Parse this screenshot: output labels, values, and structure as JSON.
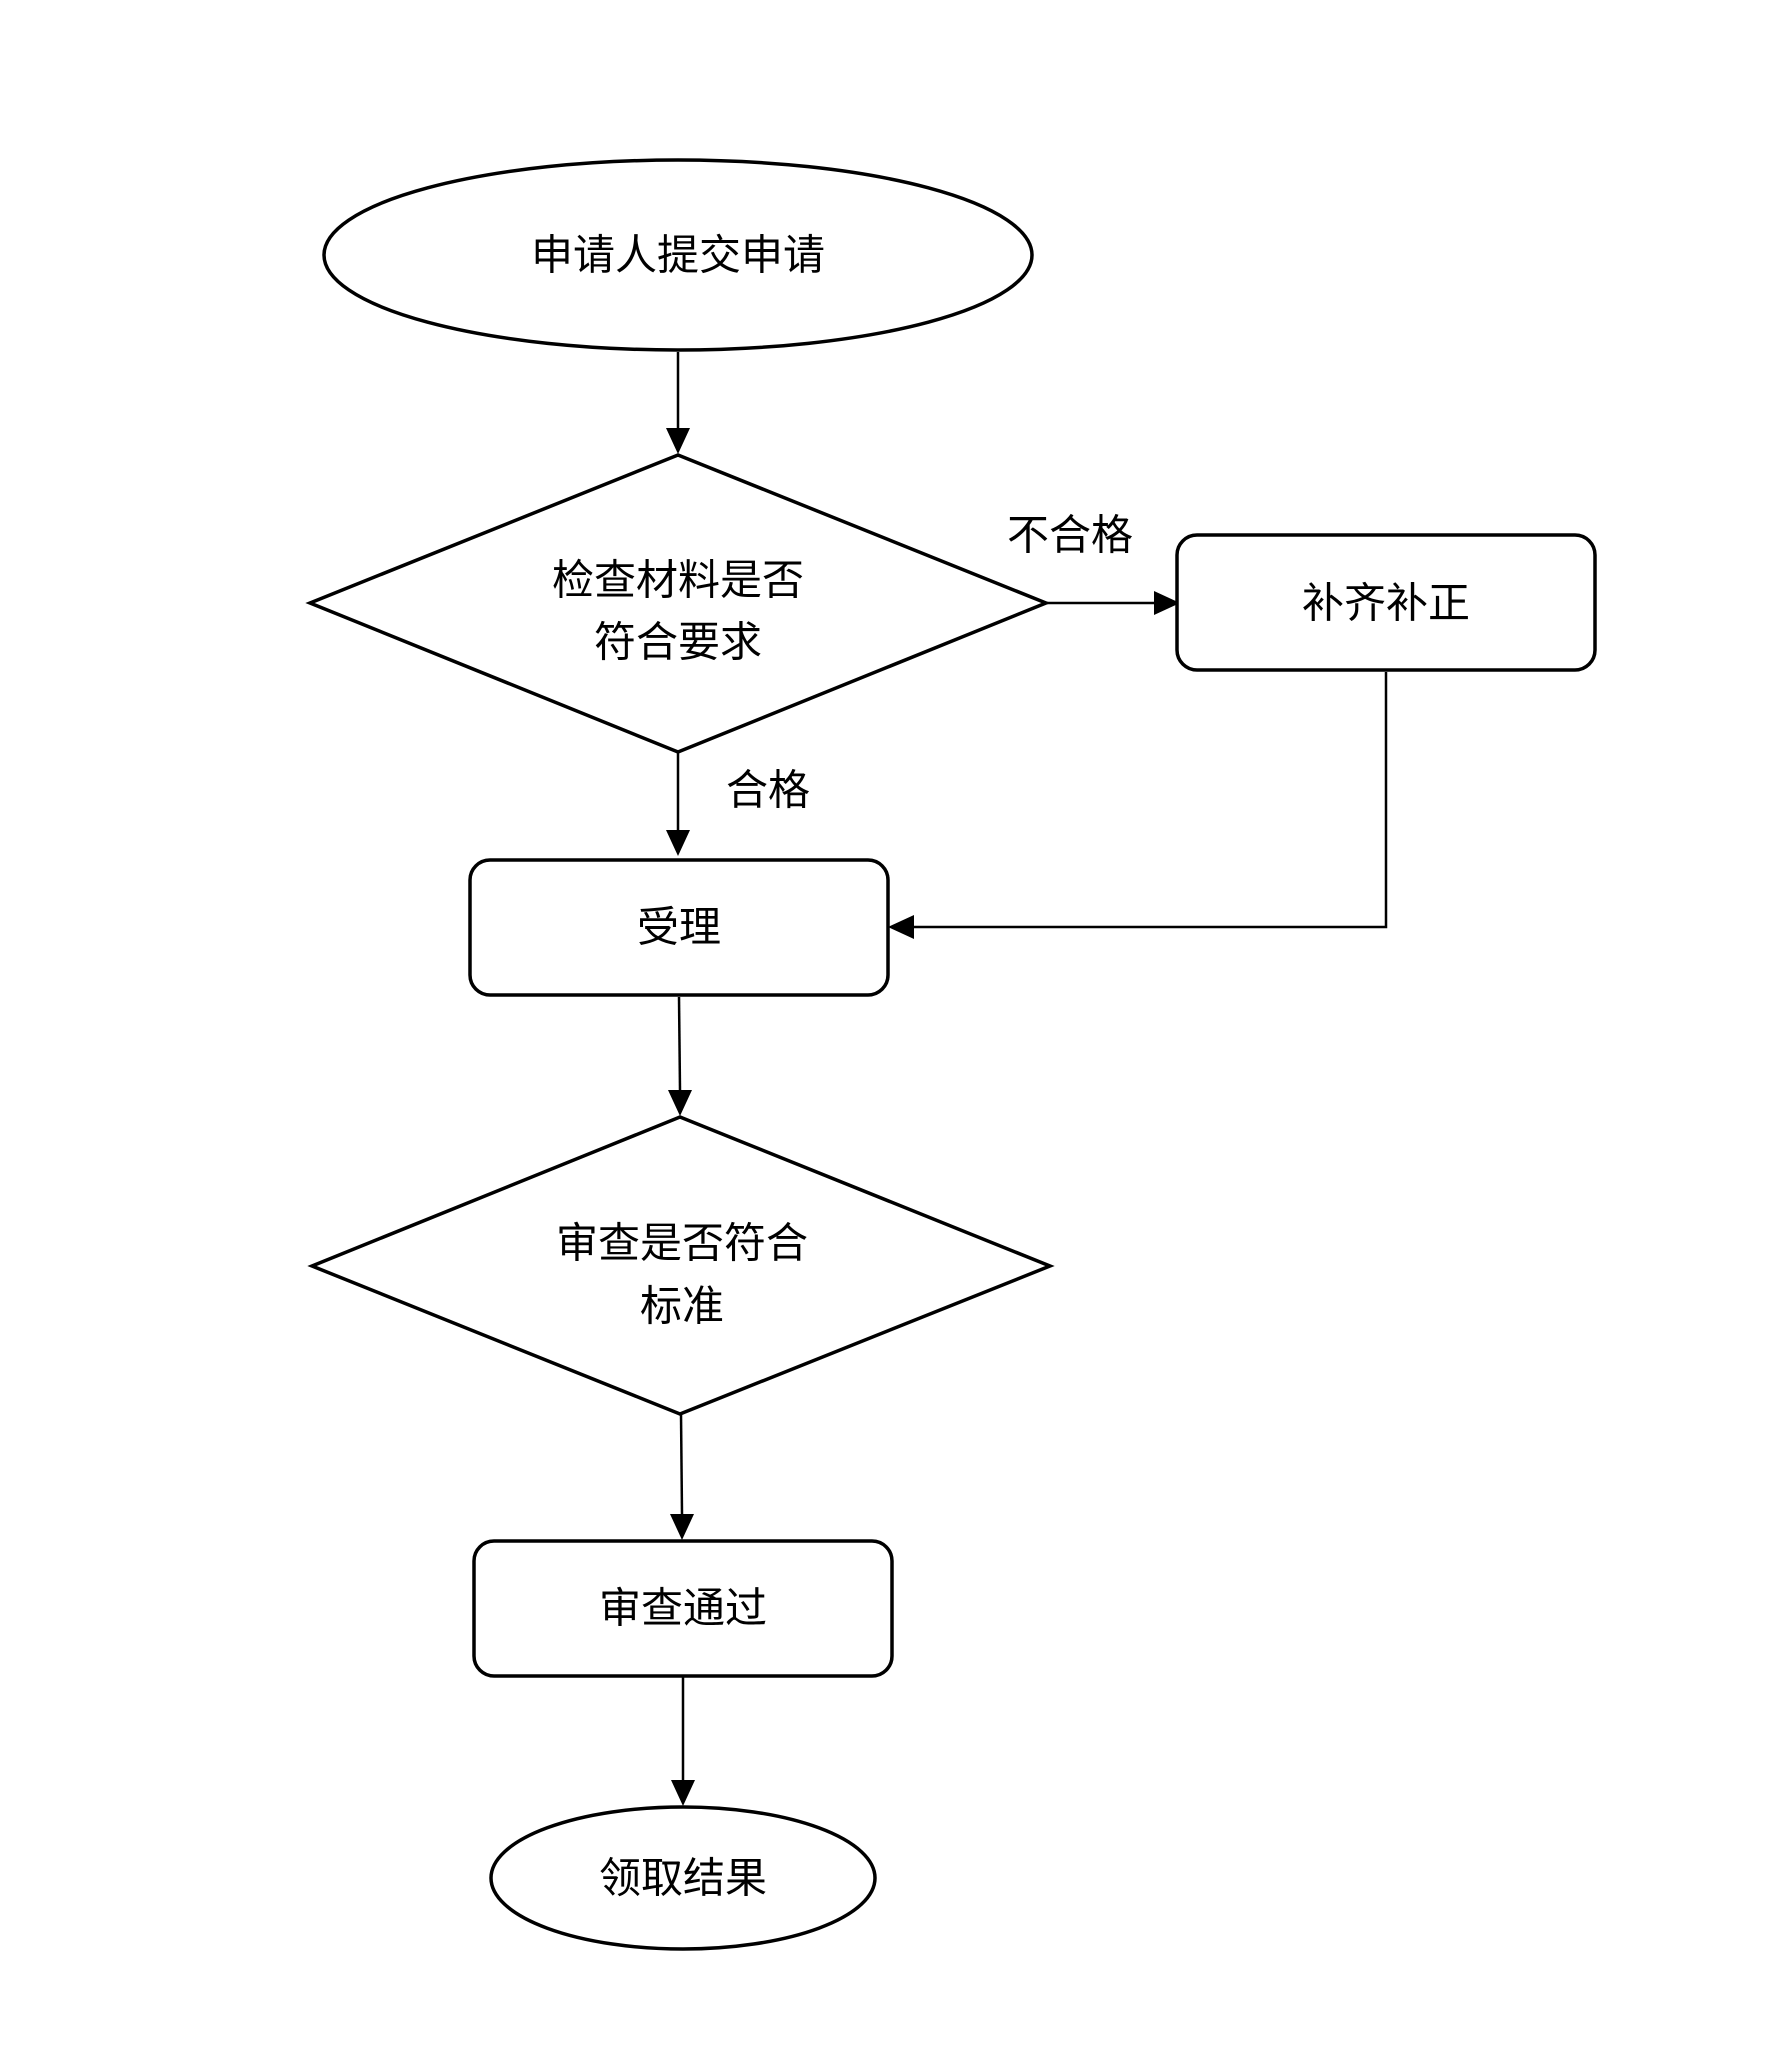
{
  "nodes": {
    "start": {
      "text": "申请人提交申请"
    },
    "check": {
      "line1": "检查材料是否",
      "line2": "符合要求"
    },
    "supplement": {
      "text": "补齐补正"
    },
    "accept": {
      "text": "受理"
    },
    "review": {
      "line1": "审查是否符合",
      "line2": "标准"
    },
    "approved": {
      "text": "审查通过"
    },
    "end": {
      "text": "领取结果"
    }
  },
  "edges": {
    "unqualified": "不合格",
    "qualified": "合格"
  }
}
